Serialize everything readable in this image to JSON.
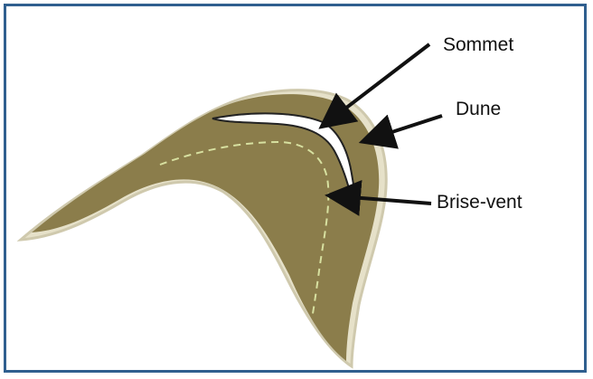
{
  "labels": {
    "crest": "Sommet",
    "dune": "Dune",
    "windbreak": "Brise-vent"
  },
  "colors": {
    "frame": "#2f5f8f",
    "sand": "#8b7d4b",
    "outline": "#e6e1c9",
    "crest_fill": "#ffffff",
    "arrow": "#111111",
    "dashed_line": "#d7e0a0"
  }
}
